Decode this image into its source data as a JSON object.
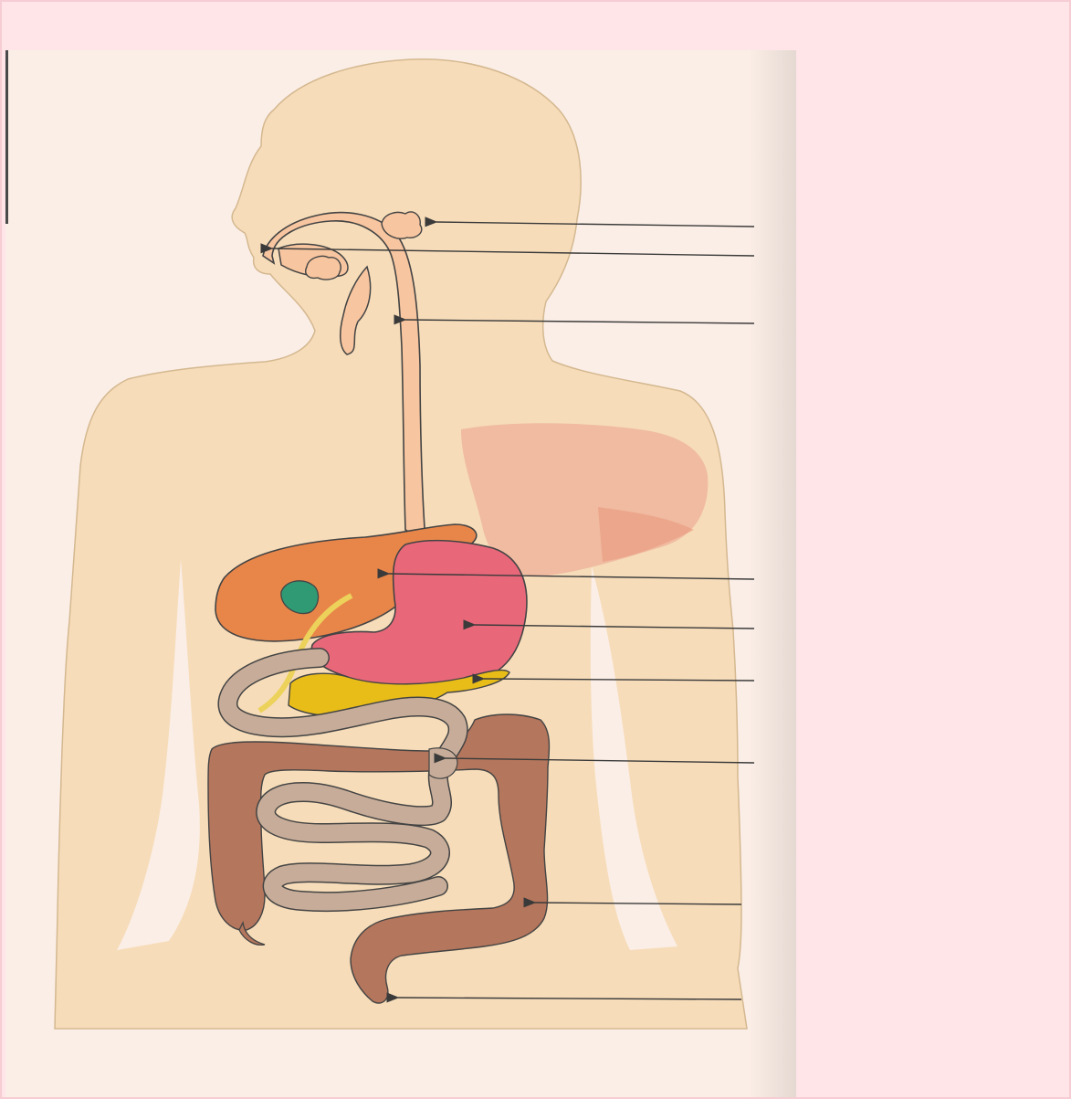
{
  "diagram": {
    "colors": {
      "background": "#ffe4e8",
      "paper": "#fbeee6",
      "body_silhouette": "#f6dcb9",
      "esophagus": "#f7c59f",
      "liver": "#e8864a",
      "gallbladder": "#2f9a74",
      "stomach": "#e8687a",
      "pancreas": "#e9bd18",
      "small_intestine": "#c7ad99",
      "large_intestine": "#b4765c",
      "lung": "#eeb09a",
      "bile_duct": "#ecd25a",
      "pointer": "#3a3a3a"
    },
    "organs": [
      {
        "name": "salivary-gland",
        "icon": "salivary-gland-icon"
      },
      {
        "name": "mouth",
        "icon": "mouth-icon"
      },
      {
        "name": "esophagus",
        "icon": "esophagus-icon"
      },
      {
        "name": "liver",
        "icon": "liver-icon"
      },
      {
        "name": "stomach",
        "icon": "stomach-icon"
      },
      {
        "name": "pancreas",
        "icon": "pancreas-icon"
      },
      {
        "name": "small-intestine",
        "icon": "small-intestine-icon"
      },
      {
        "name": "large-intestine",
        "icon": "large-intestine-icon"
      },
      {
        "name": "rectum",
        "icon": "rectum-icon"
      }
    ],
    "label_blanks": 9
  }
}
